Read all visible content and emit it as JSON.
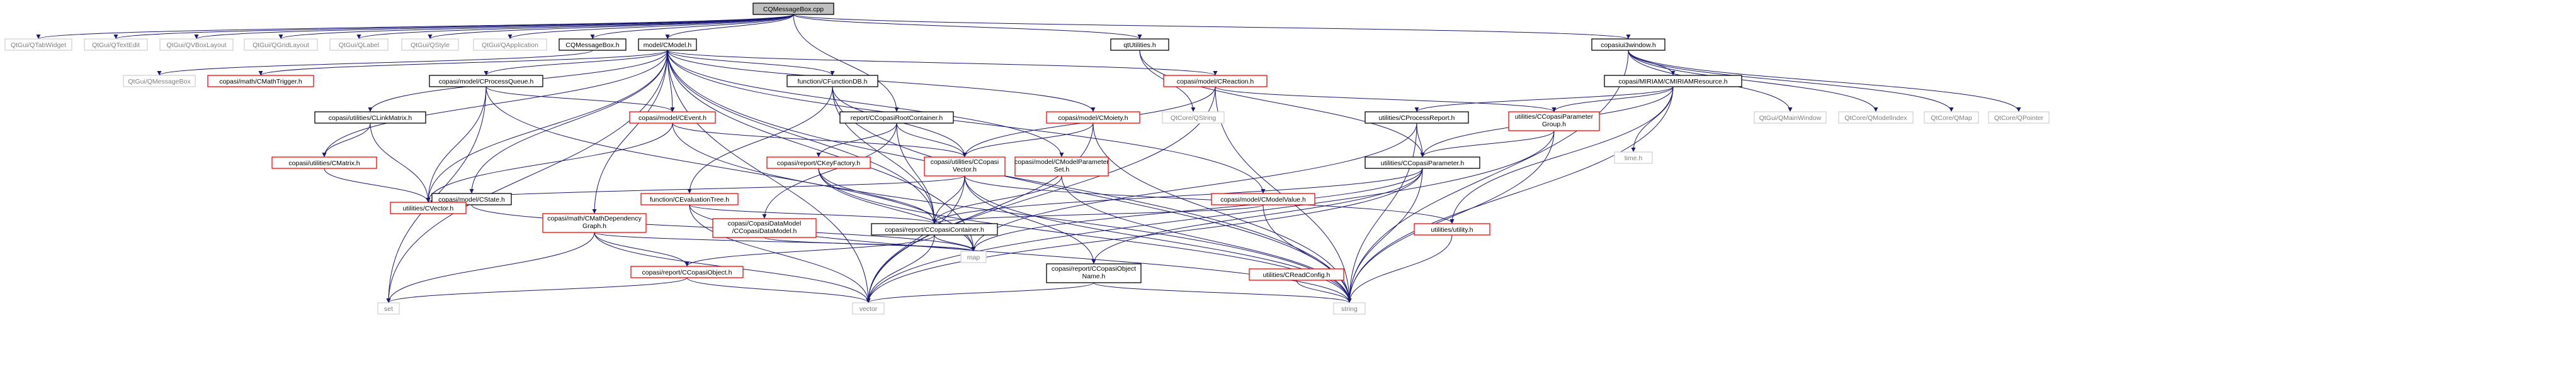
{
  "diagram": {
    "kind": "include-dependency-graph",
    "colors": {
      "edge": "#191970",
      "root_fill": "#bfbfbf",
      "node_border_black": "#000000",
      "node_border_red": "#ff0000",
      "plain_node_border": "#d3d3d3",
      "node_text": "#000000",
      "plain_text": "#808080"
    },
    "nodes": [
      {
        "id": "root",
        "label": "CQMessageBox.cpp",
        "style": "root"
      },
      {
        "id": "qtabwidget",
        "label": "QtGui/QTabWidget",
        "style": "plain"
      },
      {
        "id": "qtextedit",
        "label": "QtGui/QTextEdit",
        "style": "plain"
      },
      {
        "id": "qvboxlayout",
        "label": "QtGui/QVBoxLayout",
        "style": "plain"
      },
      {
        "id": "qgridlayout",
        "label": "QtGui/QGridLayout",
        "style": "plain"
      },
      {
        "id": "qlabel",
        "label": "QtGui/QLabel",
        "style": "plain"
      },
      {
        "id": "qstyle",
        "label": "QtGui/QStyle",
        "style": "plain"
      },
      {
        "id": "qapplication",
        "label": "QtGui/QApplication",
        "style": "plain"
      },
      {
        "id": "cqmessagebox_h",
        "label": "CQMessageBox.h",
        "style": "black"
      },
      {
        "id": "cmodel_h",
        "label": "model/CModel.h",
        "style": "black"
      },
      {
        "id": "qtutilities",
        "label": "qtUtilities.h",
        "style": "black"
      },
      {
        "id": "copasiui3window",
        "label": "copasiui3window.h",
        "style": "black"
      },
      {
        "id": "qmessagebox",
        "label": "QtGui/QMessageBox",
        "style": "plain"
      },
      {
        "id": "cmathtrigger",
        "label": "copasi/math/CMathTrigger.h",
        "style": "red"
      },
      {
        "id": "cprocessqueue",
        "label": "copasi/model/CProcessQueue.h",
        "style": "black"
      },
      {
        "id": "cfunctiondb",
        "label": "function/CFunctionDB.h",
        "style": "black"
      },
      {
        "id": "creaction",
        "label": "copasi/model/CReaction.h",
        "style": "red"
      },
      {
        "id": "qstring",
        "label": "QtCore/QString",
        "style": "plain"
      },
      {
        "id": "cmiriam",
        "label": "copasi/MIRIAM/CMIRIAMResource.h",
        "style": "black"
      },
      {
        "id": "qmainwindow",
        "label": "QtGui/QMainWindow",
        "style": "plain"
      },
      {
        "id": "qmodelindex",
        "label": "QtCore/QModelIndex",
        "style": "plain"
      },
      {
        "id": "qmap",
        "label": "QtCore/QMap",
        "style": "plain"
      },
      {
        "id": "qpointer",
        "label": "QtCore/QPointer",
        "style": "plain"
      },
      {
        "id": "clinkmatrix",
        "label": "copasi/utilities/CLinkMatrix.h",
        "style": "black"
      },
      {
        "id": "cevent",
        "label": "copasi/model/CEvent.h",
        "style": "red"
      },
      {
        "id": "ccopasirootcontainer",
        "label": "report/CCopasiRootContainer.h",
        "style": "black"
      },
      {
        "id": "cmoiety",
        "label": "copasi/model/CMoiety.h",
        "style": "red"
      },
      {
        "id": "cprocessreport",
        "label": "utilities/CProcessReport.h",
        "style": "black"
      },
      {
        "id": "ccopasiparametergroup",
        "label": "utilities/CCopasiParameter Group.h",
        "style": "red"
      },
      {
        "id": "time_h",
        "label": "time.h",
        "style": "plain"
      },
      {
        "id": "cmatrix",
        "label": "copasi/utilities/CMatrix.h",
        "style": "red"
      },
      {
        "id": "ckeyfactory",
        "label": "copasi/report/CKeyFactory.h",
        "style": "red"
      },
      {
        "id": "ccopasivector",
        "label": "copasi/utilities/CCopasi Vector.h",
        "style": "red"
      },
      {
        "id": "cmodelparameterset",
        "label": "copasi/model/CModelParameter Set.h",
        "style": "red"
      },
      {
        "id": "ccopasiparameter",
        "label": "utilities/CCopasiParameter.h",
        "style": "black"
      },
      {
        "id": "cstate",
        "label": "copasi/model/CState.h",
        "style": "black"
      },
      {
        "id": "cevaluationtree",
        "label": "function/CEvaluationTree.h",
        "style": "red"
      },
      {
        "id": "cmodelvalue",
        "label": "copasi/model/CModelValue.h",
        "style": "red"
      },
      {
        "id": "cvector",
        "label": "utilities/CVector.h",
        "style": "red"
      },
      {
        "id": "cmathdependencygraph",
        "label": "copasi/math/CMathDependency Graph.h",
        "style": "red"
      },
      {
        "id": "ccopasidatamodel",
        "label": "copasi/CopasiDataModel /CCopasiDataModel.h",
        "style": "red"
      },
      {
        "id": "ccopasicontainer",
        "label": "copasi/report/CCopasiContainer.h",
        "style": "black"
      },
      {
        "id": "utility_h",
        "label": "utilities/utility.h",
        "style": "red"
      },
      {
        "id": "map",
        "label": "map",
        "style": "plain"
      },
      {
        "id": "ccopasiobject",
        "label": "copasi/report/CCopasiObject.h",
        "style": "red"
      },
      {
        "id": "ccopasiobjectname",
        "label": "copasi/report/CCopasiObject Name.h",
        "style": "black"
      },
      {
        "id": "creadconfig",
        "label": "utilities/CReadConfig.h",
        "style": "red"
      },
      {
        "id": "set",
        "label": "set",
        "style": "plain"
      },
      {
        "id": "vector",
        "label": "vector",
        "style": "plain"
      },
      {
        "id": "string",
        "label": "string",
        "style": "plain"
      }
    ],
    "edges": [
      [
        "root",
        "qtabwidget"
      ],
      [
        "root",
        "qtextedit"
      ],
      [
        "root",
        "qvboxlayout"
      ],
      [
        "root",
        "qgridlayout"
      ],
      [
        "root",
        "qlabel"
      ],
      [
        "root",
        "qstyle"
      ],
      [
        "root",
        "qapplication"
      ],
      [
        "root",
        "cqmessagebox_h"
      ],
      [
        "root",
        "cmodel_h"
      ],
      [
        "root",
        "qtutilities"
      ],
      [
        "root",
        "copasiui3window"
      ],
      [
        "root",
        "ccopasirootcontainer"
      ],
      [
        "cqmessagebox_h",
        "qmessagebox"
      ],
      [
        "cmodel_h",
        "cmathtrigger"
      ],
      [
        "cmodel_h",
        "cprocessqueue"
      ],
      [
        "cmodel_h",
        "cfunctiondb"
      ],
      [
        "cmodel_h",
        "creaction"
      ],
      [
        "cmodel_h",
        "clinkmatrix"
      ],
      [
        "cmodel_h",
        "cevent"
      ],
      [
        "cmodel_h",
        "cmoiety"
      ],
      [
        "cmodel_h",
        "cmodelparameterset"
      ],
      [
        "cmodel_h",
        "cstate"
      ],
      [
        "cmodel_h",
        "cmodelvalue"
      ],
      [
        "cmodel_h",
        "cmatrix"
      ],
      [
        "cmodel_h",
        "cvector"
      ],
      [
        "cmodel_h",
        "cmathdependencygraph"
      ],
      [
        "cmodel_h",
        "ccopasicontainer"
      ],
      [
        "cmodel_h",
        "map"
      ],
      [
        "cmodel_h",
        "set"
      ],
      [
        "cmodel_h",
        "vector"
      ],
      [
        "cmodel_h",
        "string"
      ],
      [
        "qtutilities",
        "qstring"
      ],
      [
        "qtutilities",
        "ccopasiparameter"
      ],
      [
        "copasiui3window",
        "cmiriam"
      ],
      [
        "copasiui3window",
        "qmainwindow"
      ],
      [
        "copasiui3window",
        "qmodelindex"
      ],
      [
        "copasiui3window",
        "qmap"
      ],
      [
        "copasiui3window",
        "qpointer"
      ],
      [
        "copasiui3window",
        "string"
      ],
      [
        "cprocessqueue",
        "cevent"
      ],
      [
        "cprocessqueue",
        "cvector"
      ],
      [
        "cprocessqueue",
        "map"
      ],
      [
        "cprocessqueue",
        "set"
      ],
      [
        "cfunctiondb",
        "cevaluationtree"
      ],
      [
        "cfunctiondb",
        "ccopasivector"
      ],
      [
        "cfunctiondb",
        "ccopasicontainer"
      ],
      [
        "cfunctiondb",
        "string"
      ],
      [
        "creaction",
        "ccopasivector"
      ],
      [
        "creaction",
        "ccopasiparametergroup"
      ],
      [
        "creaction",
        "vector"
      ],
      [
        "creaction",
        "string"
      ],
      [
        "cmiriam",
        "cprocessreport"
      ],
      [
        "cmiriam",
        "ccopasiparametergroup"
      ],
      [
        "cmiriam",
        "ccopasiparameter"
      ],
      [
        "cmiriam",
        "time_h"
      ],
      [
        "cmiriam",
        "utility_h"
      ],
      [
        "cmiriam",
        "string"
      ],
      [
        "clinkmatrix",
        "cmatrix"
      ],
      [
        "clinkmatrix",
        "cvector"
      ],
      [
        "cevent",
        "ccopasivector"
      ],
      [
        "cevent",
        "cvector"
      ],
      [
        "cevent",
        "string"
      ],
      [
        "ccopasirootcontainer",
        "ckeyfactory"
      ],
      [
        "ccopasirootcontainer",
        "ccopasivector"
      ],
      [
        "ccopasirootcontainer",
        "ccopasidatamodel"
      ],
      [
        "ccopasirootcontainer",
        "ccopasicontainer"
      ],
      [
        "cmoiety",
        "ccopasivector"
      ],
      [
        "cmoiety",
        "vector"
      ],
      [
        "cmoiety",
        "string"
      ],
      [
        "cprocessreport",
        "ccopasiparameter"
      ],
      [
        "cprocessreport",
        "map"
      ],
      [
        "cprocessreport",
        "string"
      ],
      [
        "ccopasiparametergroup",
        "ccopasiparameter"
      ],
      [
        "ccopasiparametergroup",
        "vector"
      ],
      [
        "ccopasiparametergroup",
        "string"
      ],
      [
        "cmatrix",
        "cvector"
      ],
      [
        "ckeyfactory",
        "ccopasicontainer"
      ],
      [
        "ckeyfactory",
        "map"
      ],
      [
        "ckeyfactory",
        "string"
      ],
      [
        "ccopasivector",
        "cvector"
      ],
      [
        "ccopasivector",
        "ccopasicontainer"
      ],
      [
        "ccopasivector",
        "ccopasiobjectname"
      ],
      [
        "ccopasivector",
        "utility_h"
      ],
      [
        "ccopasivector",
        "vector"
      ],
      [
        "ccopasivector",
        "string"
      ],
      [
        "cmodelparameterset",
        "ccopasicontainer"
      ],
      [
        "cmodelparameterset",
        "string"
      ],
      [
        "ccopasiparameter",
        "ccopasicontainer"
      ],
      [
        "ccopasiparameter",
        "ccopasiobjectname"
      ],
      [
        "ccopasiparameter",
        "map"
      ],
      [
        "ccopasiparameter",
        "vector"
      ],
      [
        "ccopasiparameter",
        "string"
      ],
      [
        "cstate",
        "cvector"
      ],
      [
        "cstate",
        "map"
      ],
      [
        "cevaluationtree",
        "ccopasicontainer"
      ],
      [
        "cevaluationtree",
        "vector"
      ],
      [
        "cevaluationtree",
        "string"
      ],
      [
        "cmodelvalue",
        "ccopasicontainer"
      ],
      [
        "cmodelvalue",
        "string"
      ],
      [
        "cmathdependencygraph",
        "ccopasiobject"
      ],
      [
        "cmathdependencygraph",
        "map"
      ],
      [
        "cmathdependencygraph",
        "set"
      ],
      [
        "cmathdependencygraph",
        "vector"
      ],
      [
        "ccopasidatamodel",
        "map"
      ],
      [
        "ccopasicontainer",
        "ccopasiobject"
      ],
      [
        "ccopasicontainer",
        "map"
      ],
      [
        "ccopasicontainer",
        "vector"
      ],
      [
        "ccopasiobject",
        "set"
      ],
      [
        "ccopasiobject",
        "vector"
      ],
      [
        "ccopasiobjectname",
        "vector"
      ],
      [
        "ccopasiobjectname",
        "string"
      ],
      [
        "utility_h",
        "string"
      ],
      [
        "creadconfig",
        "string"
      ]
    ]
  }
}
